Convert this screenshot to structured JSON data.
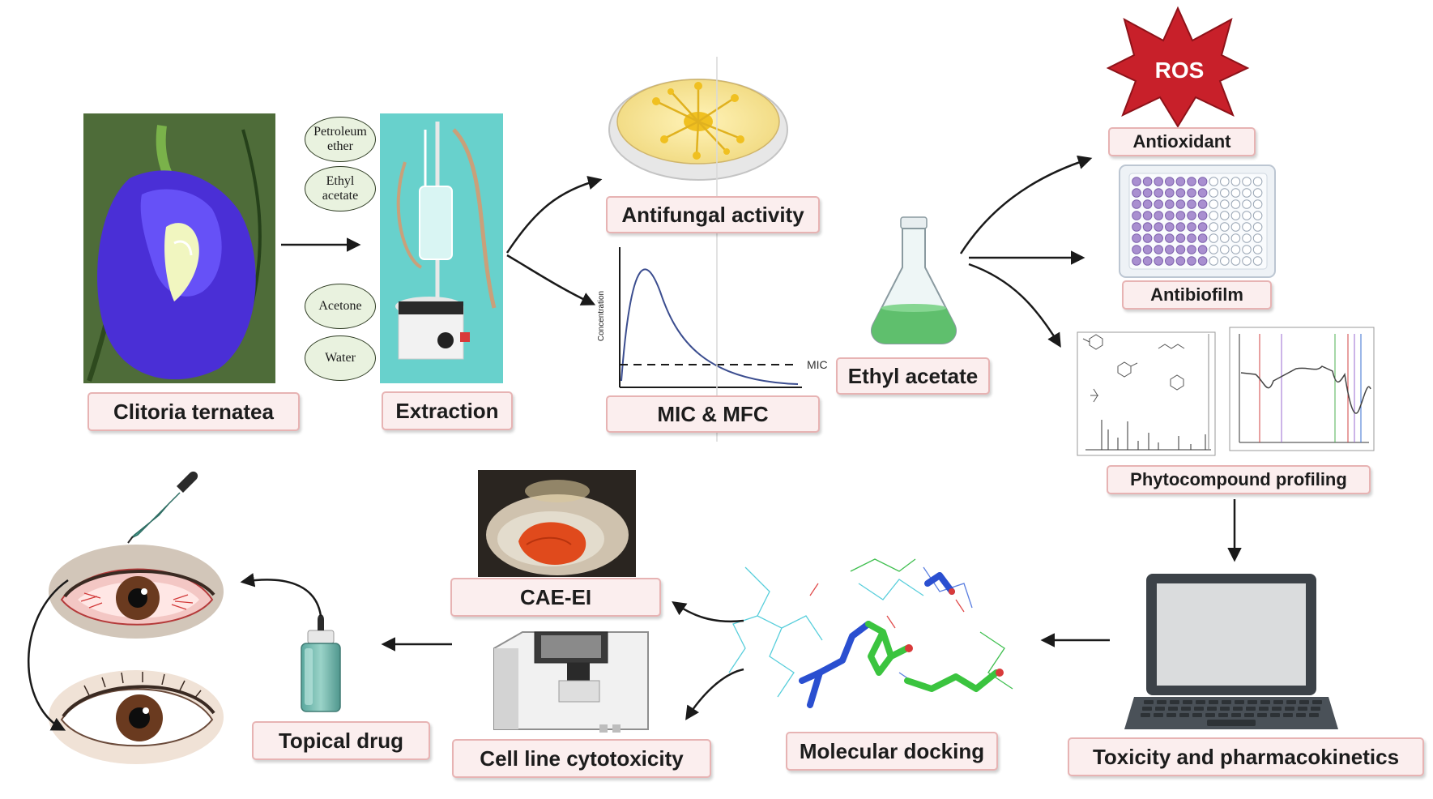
{
  "labels": {
    "plant": "Clitoria ternatea",
    "extraction": "Extraction",
    "antifungal": "Antifungal activity",
    "mic_mfc": "MIC & MFC",
    "ethyl_acetate": "Ethyl acetate",
    "antioxidant": "Antioxidant",
    "antibiofilm": "Antibiofilm",
    "phytocompound": "Phytocompound profiling",
    "toxicity": "Toxicity and pharmacokinetics",
    "docking": "Molecular docking",
    "cytotoxicity": "Cell line cytotoxicity",
    "cae_ei": "CAE-EI",
    "topical": "Topical drug"
  },
  "solvents": {
    "petroleum_ether": "Petroleum ether",
    "ethyl_acetate": "Ethyl acetate",
    "acetone": "Acetone",
    "water": "Water"
  },
  "ros": "ROS",
  "mic_graph": {
    "ylabel": "Concentration",
    "mic_line_label": "MIC"
  },
  "colors": {
    "label_fill": "#fbeeee",
    "label_border": "#e7b3b3",
    "ros_star": "#c8202a",
    "solvent_fill": "#e9f2df",
    "flower": "#4a2fd6",
    "extract_green": "#5fbf6d",
    "well_purple": "#a98fd0"
  }
}
